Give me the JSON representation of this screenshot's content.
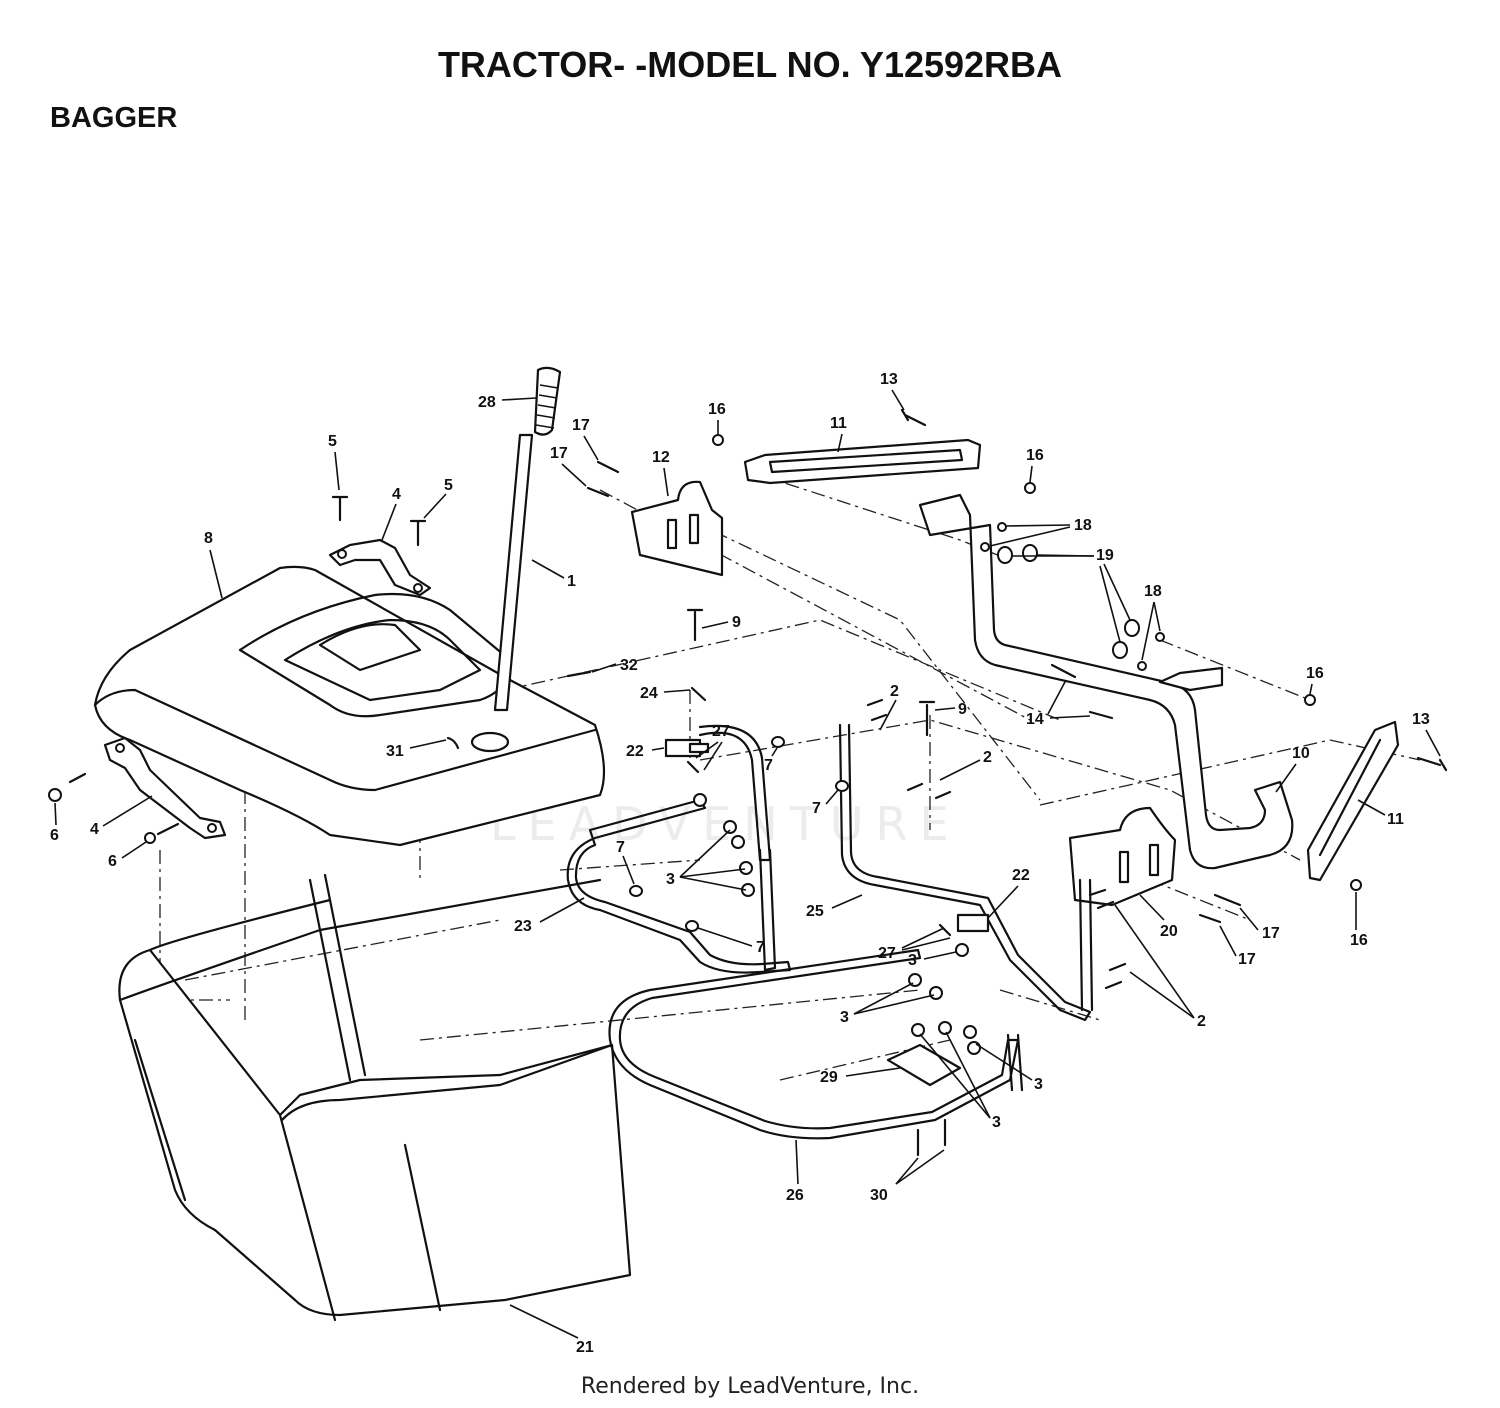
{
  "header": {
    "title": "TRACTOR- -MODEL NO. Y12592RBA",
    "section": "BAGGER"
  },
  "footer": {
    "text": "Rendered by LeadVenture, Inc."
  },
  "watermark": {
    "text": "LEADVENTURE"
  },
  "callouts": [
    {
      "id": "c1",
      "label": "1"
    },
    {
      "id": "c2a",
      "label": "2"
    },
    {
      "id": "c2b",
      "label": "2"
    },
    {
      "id": "c2c",
      "label": "2"
    },
    {
      "id": "c3a",
      "label": "3"
    },
    {
      "id": "c3b",
      "label": "3"
    },
    {
      "id": "c3c",
      "label": "3"
    },
    {
      "id": "c3d",
      "label": "3"
    },
    {
      "id": "c3e",
      "label": "3"
    },
    {
      "id": "c4a",
      "label": "4"
    },
    {
      "id": "c4b",
      "label": "4"
    },
    {
      "id": "c5a",
      "label": "5"
    },
    {
      "id": "c5b",
      "label": "5"
    },
    {
      "id": "c6a",
      "label": "6"
    },
    {
      "id": "c6b",
      "label": "6"
    },
    {
      "id": "c7a",
      "label": "7"
    },
    {
      "id": "c7b",
      "label": "7"
    },
    {
      "id": "c7c",
      "label": "7"
    },
    {
      "id": "c7d",
      "label": "7"
    },
    {
      "id": "c8",
      "label": "8"
    },
    {
      "id": "c9a",
      "label": "9"
    },
    {
      "id": "c9b",
      "label": "9"
    },
    {
      "id": "c10",
      "label": "10"
    },
    {
      "id": "c11a",
      "label": "11"
    },
    {
      "id": "c11b",
      "label": "11"
    },
    {
      "id": "c12",
      "label": "12"
    },
    {
      "id": "c13a",
      "label": "13"
    },
    {
      "id": "c13b",
      "label": "13"
    },
    {
      "id": "c14",
      "label": "14"
    },
    {
      "id": "c16a",
      "label": "16"
    },
    {
      "id": "c16b",
      "label": "16"
    },
    {
      "id": "c16c",
      "label": "16"
    },
    {
      "id": "c16d",
      "label": "16"
    },
    {
      "id": "c17a",
      "label": "17"
    },
    {
      "id": "c17b",
      "label": "17"
    },
    {
      "id": "c17c",
      "label": "17"
    },
    {
      "id": "c17d",
      "label": "17"
    },
    {
      "id": "c18a",
      "label": "18"
    },
    {
      "id": "c18b",
      "label": "18"
    },
    {
      "id": "c19",
      "label": "19"
    },
    {
      "id": "c20",
      "label": "20"
    },
    {
      "id": "c21",
      "label": "21"
    },
    {
      "id": "c22a",
      "label": "22"
    },
    {
      "id": "c22b",
      "label": "22"
    },
    {
      "id": "c23",
      "label": "23"
    },
    {
      "id": "c24",
      "label": "24"
    },
    {
      "id": "c25",
      "label": "25"
    },
    {
      "id": "c26",
      "label": "26"
    },
    {
      "id": "c27a",
      "label": "27"
    },
    {
      "id": "c27b",
      "label": "27"
    },
    {
      "id": "c28",
      "label": "28"
    },
    {
      "id": "c29",
      "label": "29"
    },
    {
      "id": "c30",
      "label": "30"
    },
    {
      "id": "c31",
      "label": "31"
    },
    {
      "id": "c32",
      "label": "32"
    }
  ]
}
